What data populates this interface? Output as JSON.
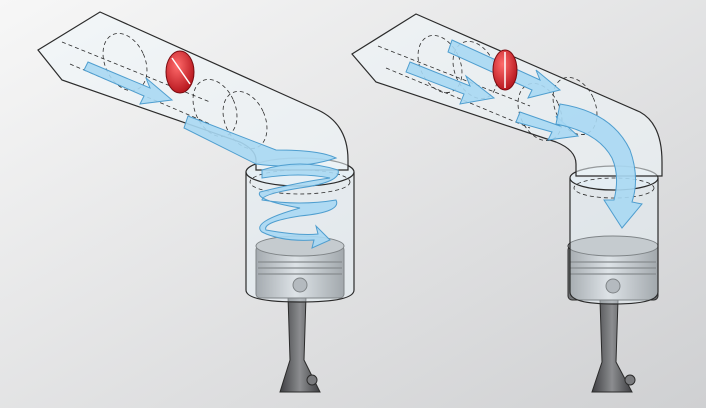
{
  "colors": {
    "background_light": "#f7f7f7",
    "background_dark": "#cfd0d2",
    "air_flow": "#a9d8f3",
    "air_flow_stroke": "#4f9ecf",
    "intake_valve": "#e0262e",
    "glass": "#e6f1f8",
    "glass_stroke": "#2b2b2b",
    "piston_metal": "#9a9c9f",
    "connecting_rod": "#5c5d60"
  },
  "panels": [
    {
      "id": "left",
      "flow_pattern": "swirl",
      "throttle_flap": "partially-open"
    },
    {
      "id": "right",
      "flow_pattern": "tumble",
      "throttle_flap": "open"
    }
  ]
}
